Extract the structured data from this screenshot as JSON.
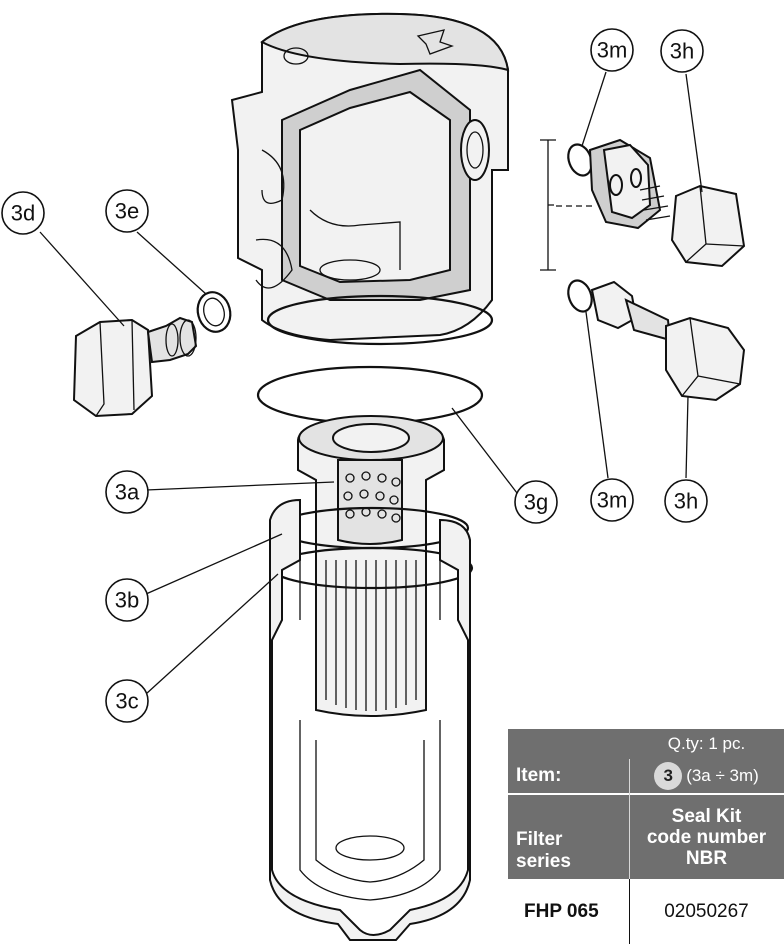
{
  "callouts": {
    "c3m_top": "3m",
    "c3h_top": "3h",
    "c3d": "3d",
    "c3e": "3e",
    "c3a": "3a",
    "c3g": "3g",
    "c3m_bottom": "3m",
    "c3h_bottom": "3h",
    "c3b": "3b",
    "c3c": "3c"
  },
  "table": {
    "qty": "Q.ty: 1 pc.",
    "item_label": "Item:",
    "item_number": "3",
    "item_range": "(3a ÷ 3m)",
    "series_label_1": "Filter",
    "series_label_2": "series",
    "seal_line_1": "Seal Kit",
    "seal_line_2": "code number",
    "seal_line_3": "NBR",
    "series_value": "FHP 065",
    "code_value": "02050267"
  },
  "colors": {
    "header_bg": "#6f6f6f",
    "item_circle": "#d9d9d9"
  }
}
